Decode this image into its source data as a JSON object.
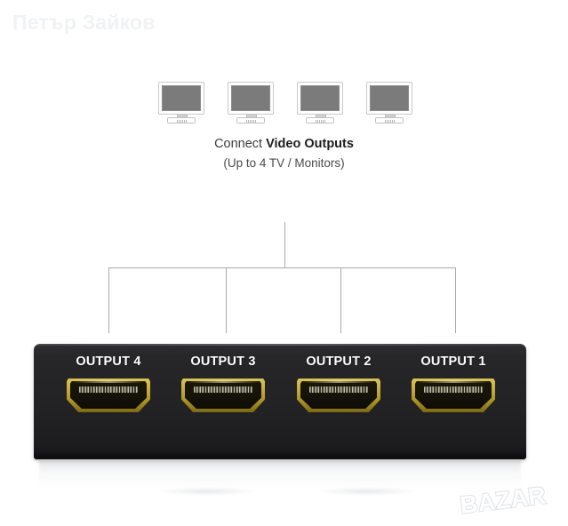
{
  "watermarks": {
    "seller_name": "Петър Зайков",
    "brand_logo_text": "BAZAR"
  },
  "diagram": {
    "monitors": [
      {
        "name": "monitor-1"
      },
      {
        "name": "monitor-2"
      },
      {
        "name": "monitor-3"
      },
      {
        "name": "monitor-4"
      }
    ],
    "caption_prefix": "Connect ",
    "caption_emphasis": "Video Outputs",
    "caption_subtitle": "(Up to 4 TV / Monitors)",
    "line_color": "#a9a9a9"
  },
  "device": {
    "type": "HDMI splitter",
    "body_color": "#232325",
    "port_color": "#c9ae3c",
    "ports": [
      {
        "label": "OUTPUT 4"
      },
      {
        "label": "OUTPUT 3"
      },
      {
        "label": "OUTPUT 2"
      },
      {
        "label": "OUTPUT 1"
      }
    ]
  }
}
